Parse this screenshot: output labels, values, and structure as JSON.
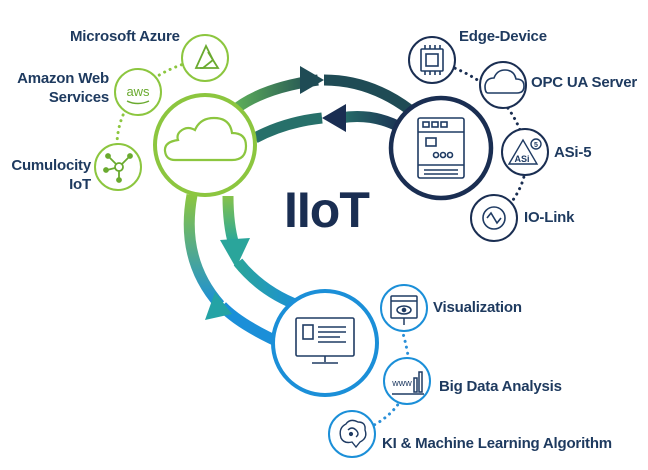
{
  "title": "IIoT",
  "cloud": {
    "services": [
      {
        "label": "Microsoft Azure",
        "icon": "azure-icon"
      },
      {
        "label": "Amazon Web Services",
        "line1": "Amazon Web",
        "line2": "Services",
        "icon": "aws-icon",
        "icon_text": "aws"
      },
      {
        "label": "Cumulocity IoT",
        "line1": "Cumulocity",
        "line2": "IoT",
        "icon": "network-hub-icon"
      }
    ],
    "hub_icon": "cloud-icon"
  },
  "edge": {
    "hub_icon": "controller-device-icon",
    "items": [
      {
        "label": "Edge-Device",
        "icon": "chip-icon"
      },
      {
        "label": "OPC UA Server",
        "icon": "cloud-small-icon"
      },
      {
        "label": "ASi-5",
        "icon": "asi5-icon",
        "icon_text": "ASi",
        "badge": "5"
      },
      {
        "label": "IO-Link",
        "icon": "io-link-icon"
      }
    ]
  },
  "analytics": {
    "hub_icon": "monitor-icon",
    "items": [
      {
        "label": "Visualization",
        "icon": "visualization-icon"
      },
      {
        "label": "Big Data Analysis",
        "icon": "big-data-icon",
        "icon_text": "www"
      },
      {
        "label": "KI & Machine Learning Algorithm",
        "icon": "brain-icon"
      }
    ]
  },
  "colors": {
    "navy": "#1a2e52",
    "green": "#8cc63f",
    "teal": "#2aa59b",
    "blue": "#1b8fd8",
    "icon_blue": "#1f3b63"
  }
}
